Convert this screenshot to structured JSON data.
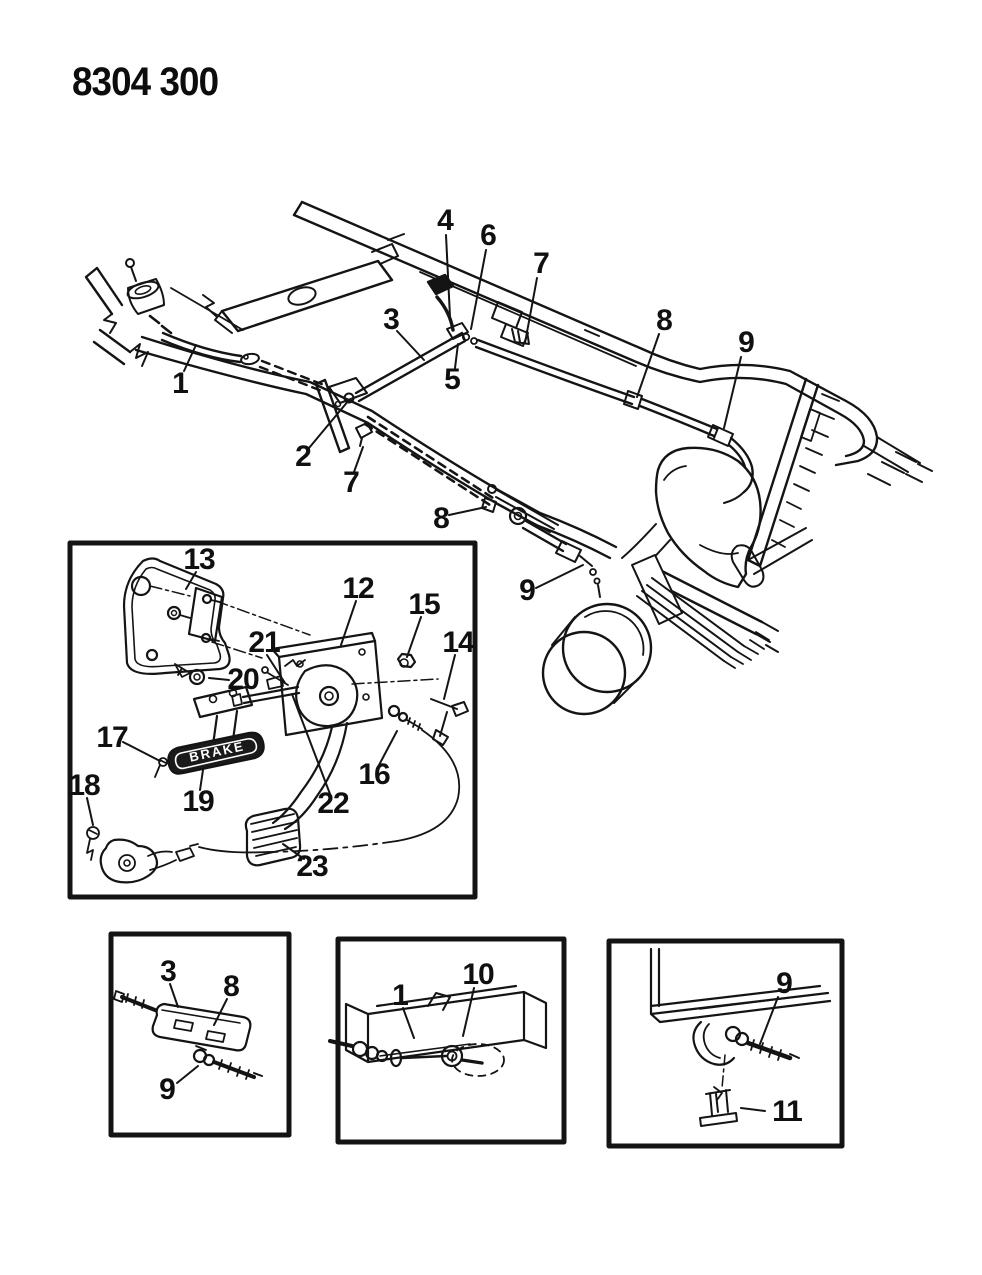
{
  "figure_code": "8304 300",
  "ink_color": "#141414",
  "paper_color": "#ffffff",
  "main_view": {
    "callouts": [
      {
        "id": "front-cable",
        "label": "1"
      },
      {
        "id": "equalizer-bracket",
        "label": "2"
      },
      {
        "id": "intermediate-rod",
        "label": "3"
      },
      {
        "id": "hook-link",
        "label": "4"
      },
      {
        "id": "rod-connector",
        "label": "5"
      },
      {
        "id": "cable-link",
        "label": "6"
      },
      {
        "id": "frame-clip-front",
        "label": "7"
      },
      {
        "id": "frame-clip-rear",
        "label": "7"
      },
      {
        "id": "rear-cable-right",
        "label": "8"
      },
      {
        "id": "rear-cable-left",
        "label": "8"
      },
      {
        "id": "cable-end-right",
        "label": "9"
      },
      {
        "id": "cable-end-left",
        "label": "9"
      }
    ]
  },
  "pedal_inset": {
    "handle_text": "BRAKE",
    "callouts": [
      {
        "id": "mounting-plate",
        "label": "13"
      },
      {
        "id": "pedal-bracket",
        "label": "12"
      },
      {
        "id": "nut",
        "label": "15"
      },
      {
        "id": "small-bracket",
        "label": "14"
      },
      {
        "id": "release-rod",
        "label": "21"
      },
      {
        "id": "screw-plate",
        "label": "20"
      },
      {
        "id": "screw-handle",
        "label": "17"
      },
      {
        "id": "screw-cable",
        "label": "18"
      },
      {
        "id": "release-handle",
        "label": "19"
      },
      {
        "id": "pedal-cable",
        "label": "16"
      },
      {
        "id": "sector-cam",
        "label": "22"
      },
      {
        "id": "pedal-pad",
        "label": "23"
      }
    ]
  },
  "equalizer_inset": {
    "callouts": [
      {
        "id": "rod",
        "label": "3"
      },
      {
        "id": "connector-bar",
        "label": "8"
      },
      {
        "id": "adjuster-screw",
        "label": "9"
      }
    ]
  },
  "bracket_inset": {
    "callouts": [
      {
        "id": "cable",
        "label": "1"
      },
      {
        "id": "grommet",
        "label": "10"
      }
    ]
  },
  "rear_clip_inset": {
    "callouts": [
      {
        "id": "threaded-cable",
        "label": "9"
      },
      {
        "id": "retainer-clip",
        "label": "11"
      }
    ]
  }
}
